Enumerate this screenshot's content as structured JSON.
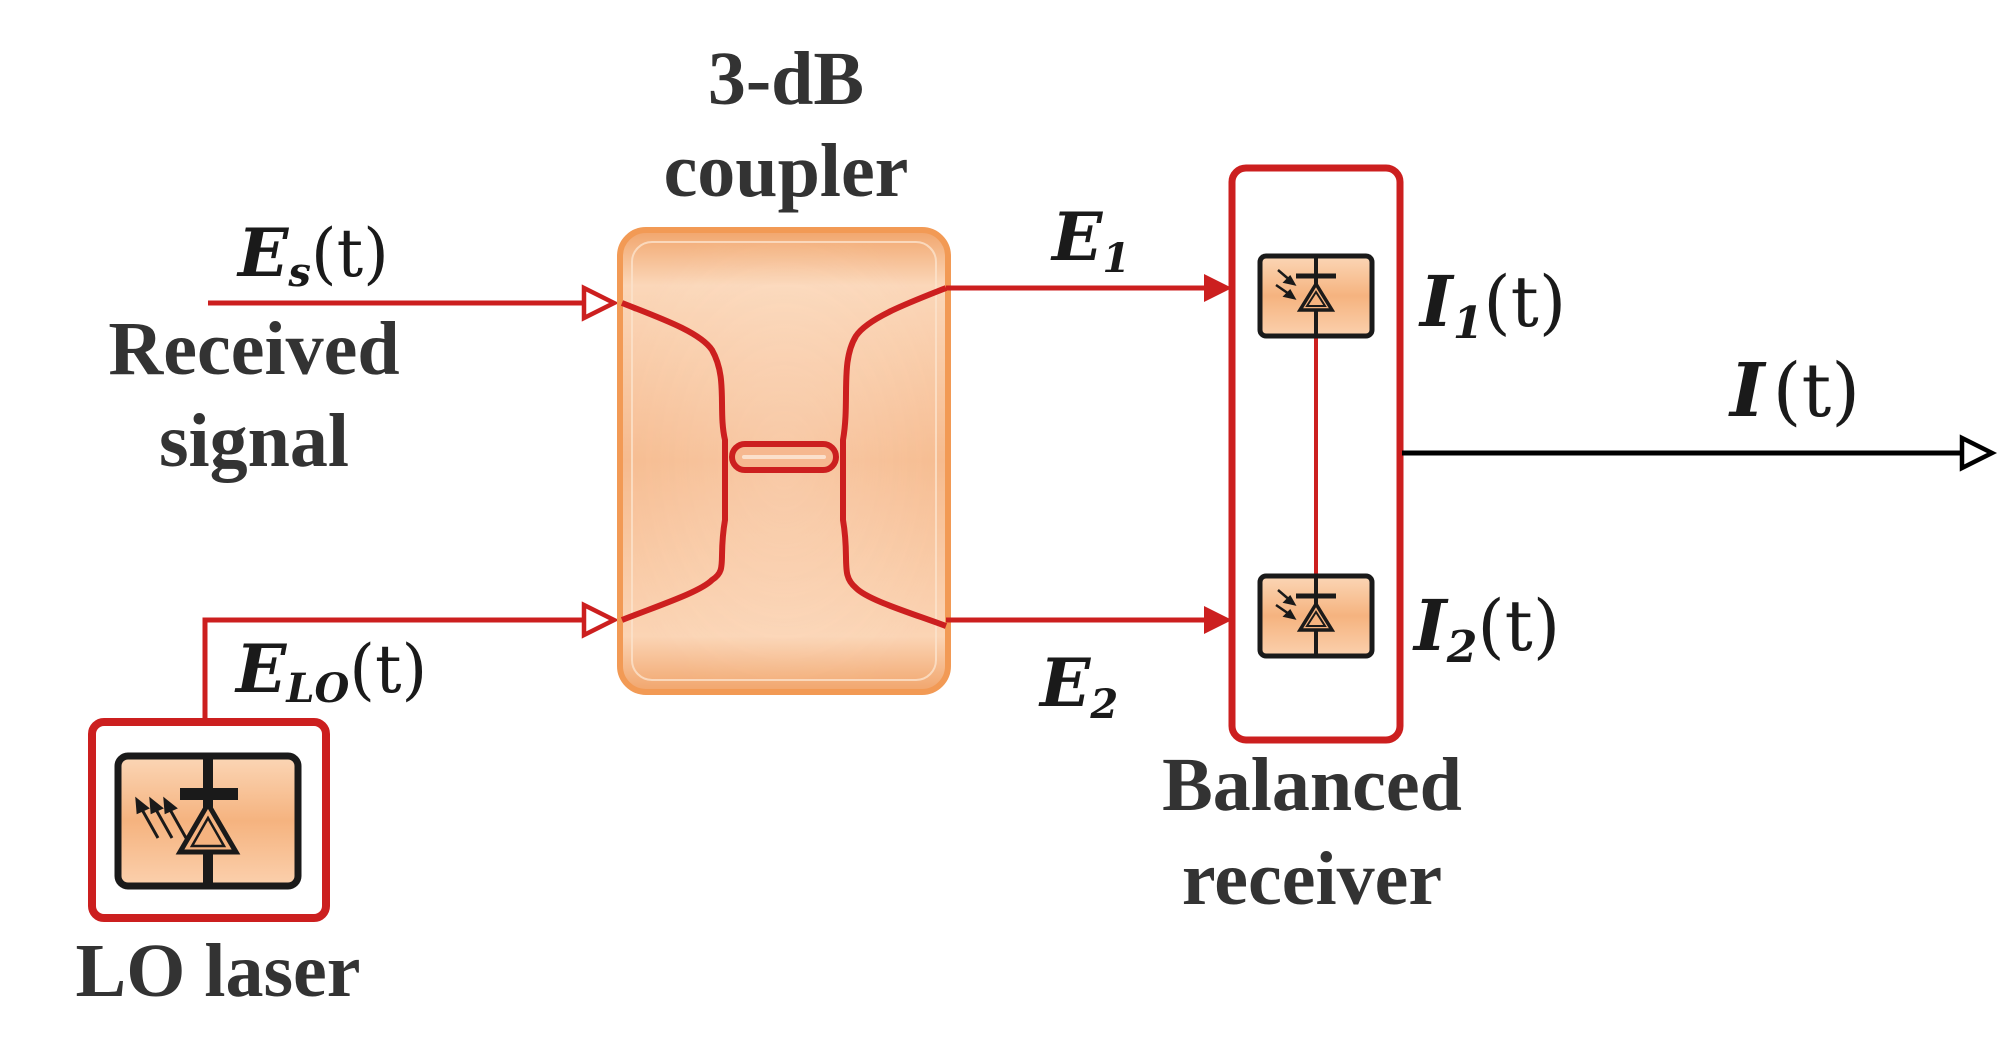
{
  "labels": {
    "coupler_line1": "3-dB",
    "coupler_line2": "coupler",
    "received_line1": "Received",
    "received_line2": "signal",
    "lo_laser": "LO laser",
    "balanced_line1": "Balanced",
    "balanced_line2": "receiver"
  },
  "math": {
    "es": {
      "base": "E",
      "sub": "s",
      "arg": "(t)"
    },
    "elo": {
      "base": "E",
      "sub": "LO",
      "arg": "(t)"
    },
    "e1": {
      "base": "E",
      "sub": "1"
    },
    "e2": {
      "base": "E",
      "sub": "2"
    },
    "i1": {
      "base": "I",
      "sub": "1",
      "arg": "(t)"
    },
    "i2": {
      "base": "I",
      "sub": "2",
      "arg": "(t)"
    },
    "it": {
      "base": "I",
      "arg": "(t)"
    }
  },
  "colors": {
    "signal_line": "#cc1f1f",
    "coupler_fill": "#f5b485",
    "coupler_border": "#f29a55",
    "output_line": "#000000",
    "label_text": "#333333"
  }
}
